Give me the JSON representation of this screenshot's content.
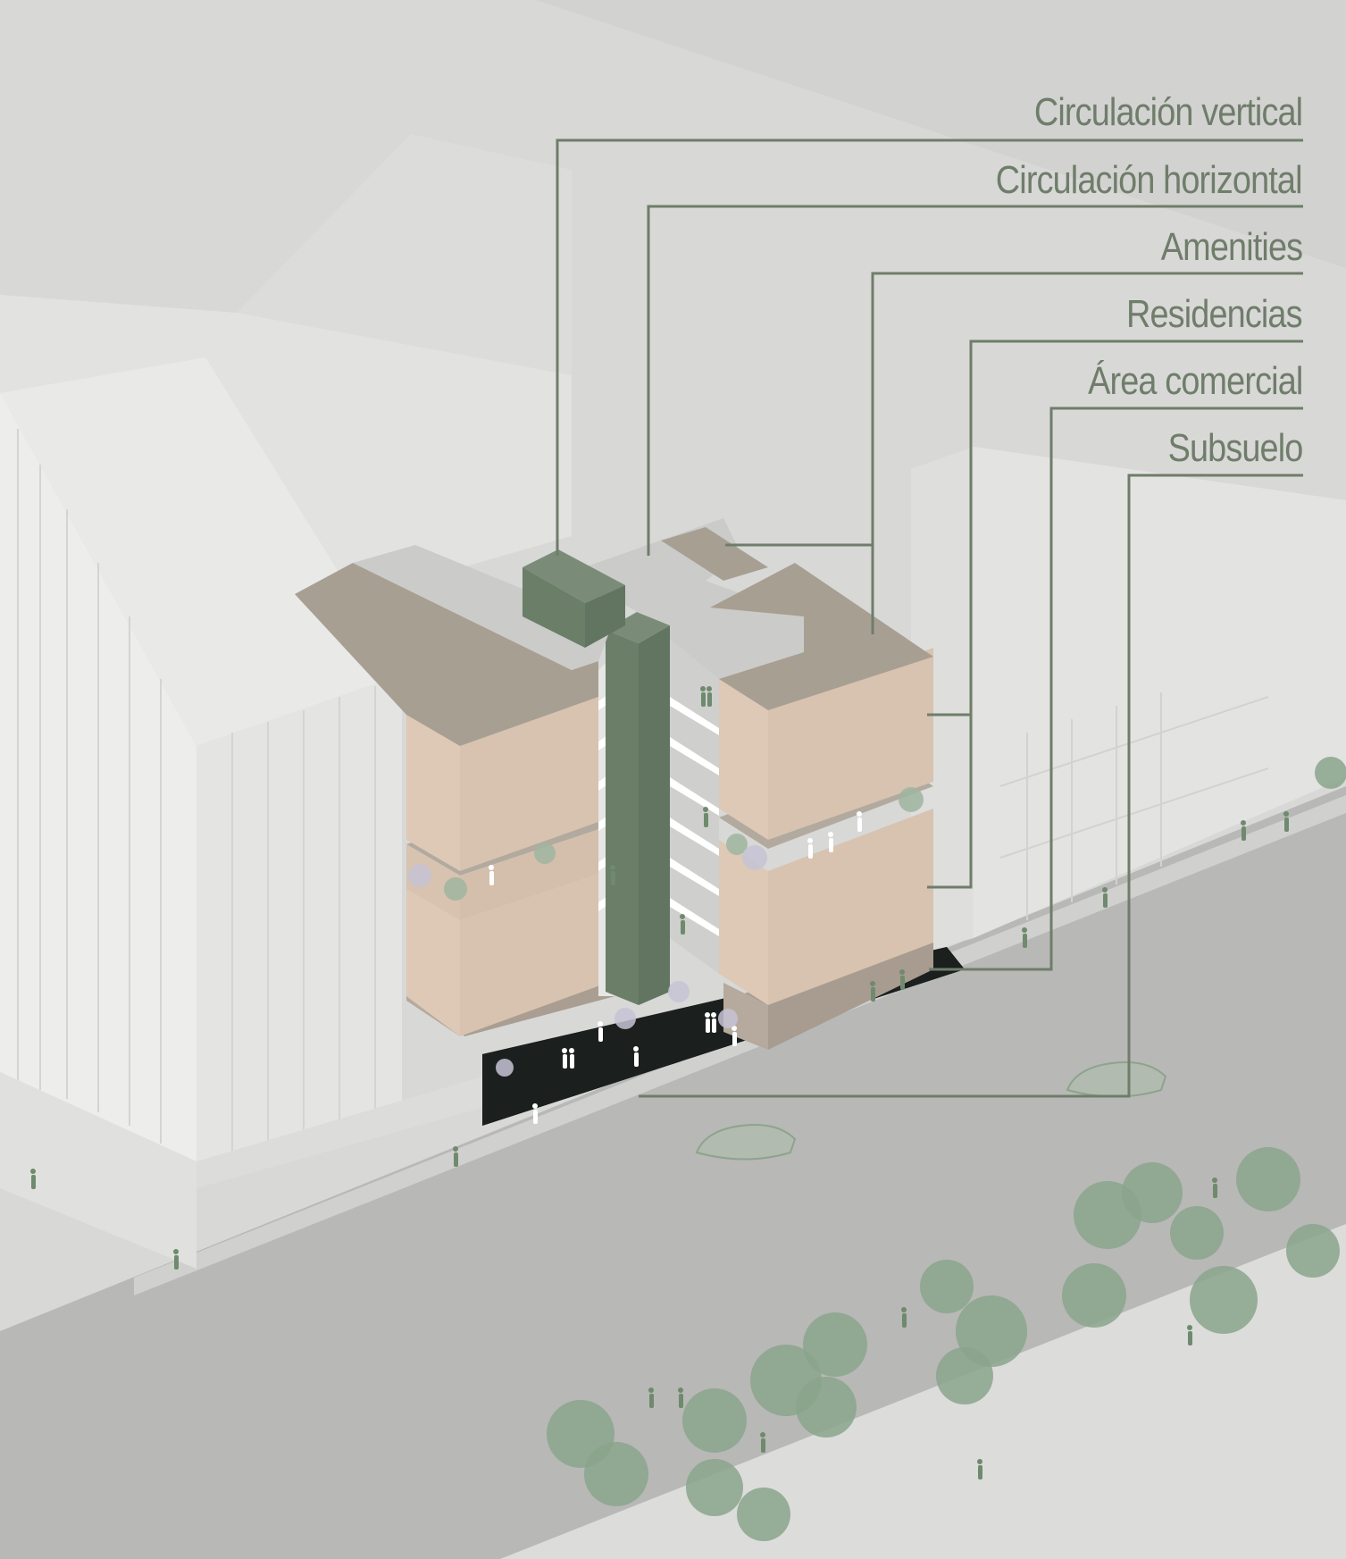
{
  "legend": {
    "items": [
      {
        "label": "Circulación vertical"
      },
      {
        "label": "Circulación horizontal"
      },
      {
        "label": "Amenities"
      },
      {
        "label": "Residencias"
      },
      {
        "label": "Área comercial"
      },
      {
        "label": "Subsuelo"
      }
    ]
  },
  "colors": {
    "background": "#d9d9d8",
    "street": "#b8b8b7",
    "context_buildings": "#e6e6e5",
    "vertical_circulation": "#6b7e68",
    "horizontal_circulation": "#c9c9c8",
    "amenities": "#a89f93",
    "residences": "#d7c3b0",
    "commercial": "#a99e91",
    "basement": "#1b1f1e",
    "leader_lines": "#6f7d6a",
    "trees": "#8aa58c"
  }
}
